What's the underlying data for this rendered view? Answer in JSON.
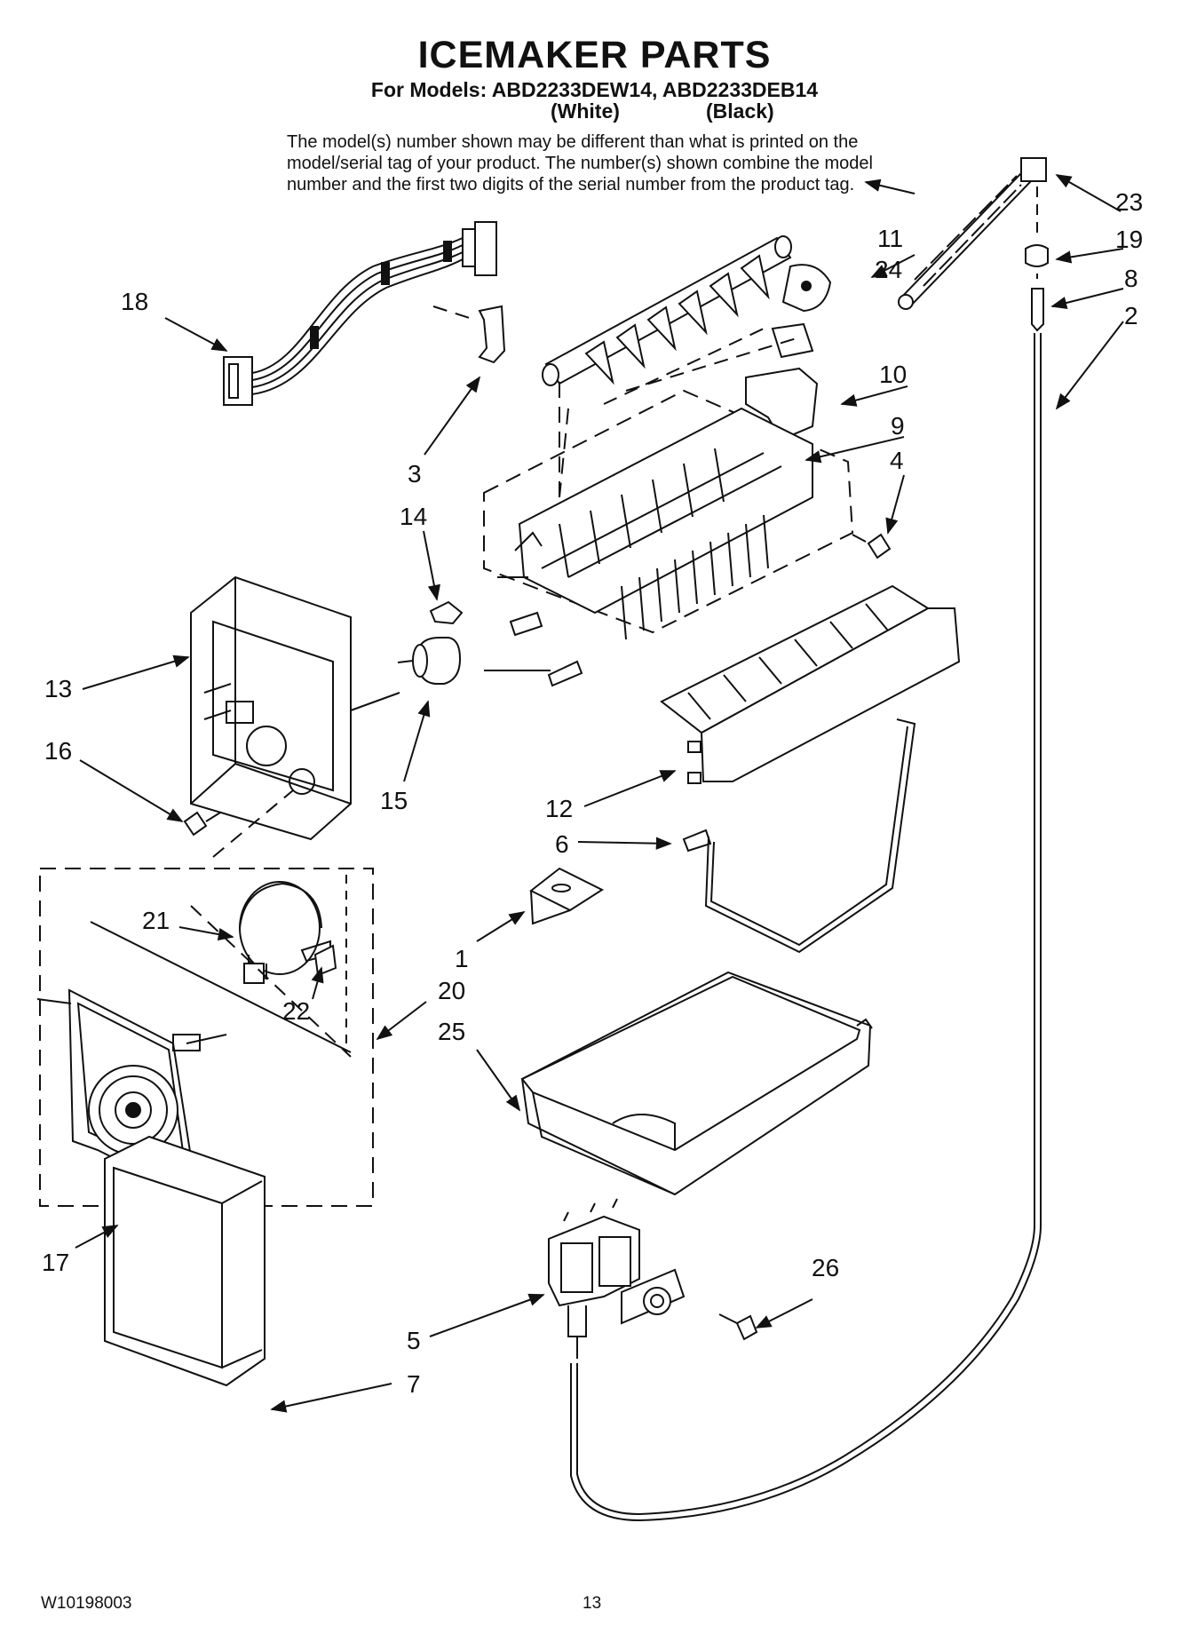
{
  "header": {
    "title": "ICEMAKER PARTS",
    "models_line": "For Models: ABD2233DEW14, ABD2233DEB14",
    "color_white": "(White)",
    "color_black": "(Black)"
  },
  "note": {
    "line1": "The model(s) number shown may be different than what is printed on the",
    "line2": "model/serial tag of your product. The number(s) shown combine the model",
    "line3": "number and the first two digits of the serial number from the product tag."
  },
  "callouts": {
    "c1": "1",
    "c2": "2",
    "c3": "3",
    "c4": "4",
    "c5": "5",
    "c6": "6",
    "c7": "7",
    "c8": "8",
    "c9": "9",
    "c10": "10",
    "c11": "11",
    "c12": "12",
    "c13": "13",
    "c14": "14",
    "c15": "15",
    "c16": "16",
    "c17": "17",
    "c18": "18",
    "c19": "19",
    "c20": "20",
    "c21": "21",
    "c22": "22",
    "c23": "23",
    "c24": "24",
    "c25": "25",
    "c26": "26"
  },
  "footer": {
    "doc_number": "W10198003",
    "page_number": "13"
  },
  "colors": {
    "ink": "#111111",
    "paper": "#ffffff",
    "part_fill": "#f4f4f4"
  }
}
